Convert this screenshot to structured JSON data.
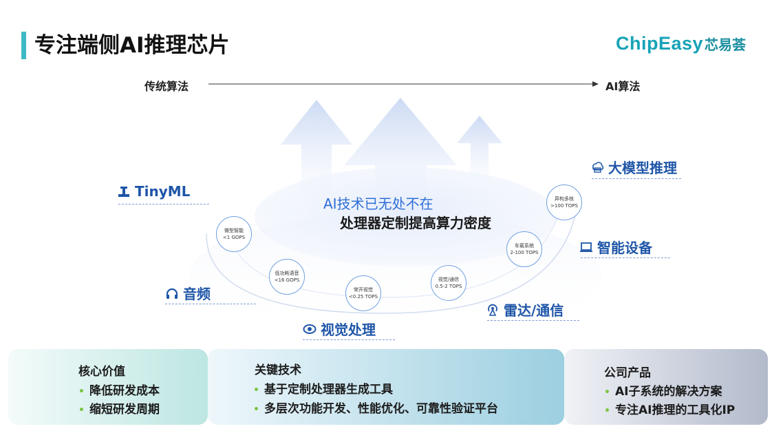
{
  "header": {
    "title": "专注端侧AI推理芯片",
    "logo_en": "ChipEasy",
    "logo_cn": "芯易荟"
  },
  "trend": {
    "from_label": "传统算法",
    "to_label": "AI算法"
  },
  "center": {
    "line1": "AI技术已无处不在",
    "line2": "处理器定制提高算力密度"
  },
  "nodes": [
    {
      "name": "微型智能",
      "value": "<1 GOPS"
    },
    {
      "name": "低功耗语音",
      "value": "<16 GOPS"
    },
    {
      "name": "常开视觉",
      "value": "<0.25 TOPS"
    },
    {
      "name": "视觉/通信",
      "value": "0.5-2 TOPS"
    },
    {
      "name": "车载系统",
      "value": "2-100 TOPS"
    },
    {
      "name": "异构多核",
      "value": ">100 TOPS"
    }
  ],
  "applications": [
    {
      "label": "TinyML",
      "icon": "robot-arm-icon"
    },
    {
      "label": "音频",
      "icon": "headphones-icon"
    },
    {
      "label": "视觉处理",
      "icon": "eye-icon"
    },
    {
      "label": "雷达/通信",
      "icon": "radar-icon"
    },
    {
      "label": "智能设备",
      "icon": "laptop-icon"
    },
    {
      "label": "大模型推理",
      "icon": "cloud-server-icon"
    }
  ],
  "panels": [
    {
      "title": "核心价值",
      "items": [
        "降低研发成本",
        "缩短研发周期"
      ]
    },
    {
      "title": "关键技术",
      "items": [
        "基于定制处理器生成工具",
        "多层次功能开发、性能优化、可靠性验证平台"
      ]
    },
    {
      "title": "公司产品",
      "items": [
        "AI子系统的解决方案",
        "专注AI推理的工具化IP"
      ]
    }
  ],
  "colors": {
    "accent": "#3fb8c6",
    "brand": "#17a3b6",
    "app_label": "#1f56a8",
    "highlight_text": "#2f6fd6",
    "bullet": "#7cc441"
  }
}
